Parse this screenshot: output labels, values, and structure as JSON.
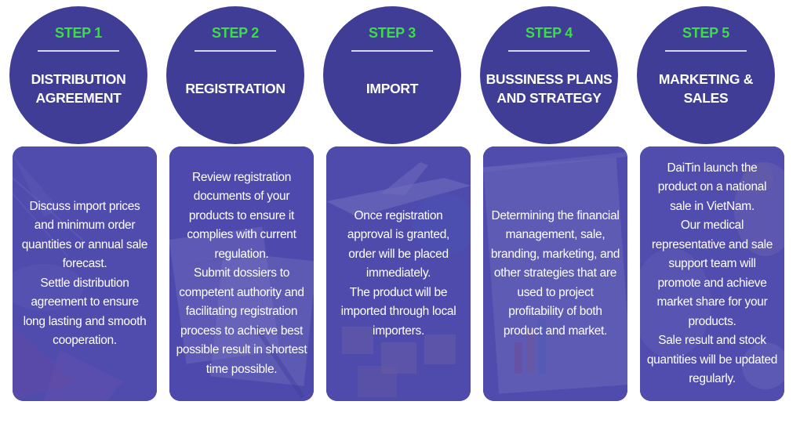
{
  "steps": [
    {
      "label": "STEP 1",
      "title": "DISTRIBUTION AGREEMENT",
      "text": "Discuss import prices and minimum order quantities or annual sale forecast.\nSettle distribution agreement to ensure long lasting and smooth cooperation."
    },
    {
      "label": "STEP 2",
      "title": "REGISTRATION",
      "text": "Review registration documents of your products to ensure it complies with current regulation.\nSubmit dossiers to competent authority and facilitating registration process to achieve best possible result in shortest time possible."
    },
    {
      "label": "STEP 3",
      "title": "IMPORT",
      "text": "Once registration approval is granted, order will be placed immediately.\nThe product will be imported through local importers."
    },
    {
      "label": "STEP 4",
      "title": "BUSSINESS PLANS AND STRATEGY",
      "text": "Determining the financial management, sale, branding, marketing, and other strategies that are used to project profitability of both product and market."
    },
    {
      "label": "STEP 5",
      "title": "MARKETING & SALES",
      "text": "DaiTin launch the product on a national sale in VietNam.\nOur medical representative and sale support team will promote and achieve market share for your products.\nSale result and stock quantities will be updated regularly."
    }
  ],
  "colors": {
    "circle": "#3f3d96",
    "card_overlay": "#4642aa",
    "step_label": "#3fdc4a",
    "text": "#ffffff"
  }
}
